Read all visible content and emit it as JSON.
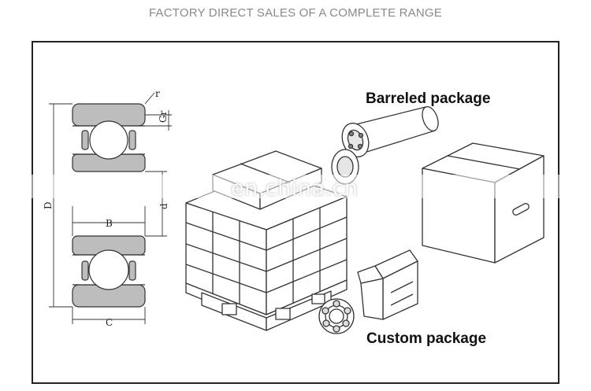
{
  "header": {
    "title": "FACTORY DIRECT SALES OF A COMPLETE RANGE"
  },
  "labels": {
    "barreled": "Barreled package",
    "custom": "Custom package"
  },
  "dimensions": {
    "r": "r",
    "gr": "Gr",
    "d_outer": "D",
    "d_inner": "d",
    "b": "B",
    "c": "C"
  },
  "watermark": {
    "text": "en.china.cn"
  },
  "colors": {
    "bearing_fill": "#bdbdbd",
    "line": "#333333"
  }
}
